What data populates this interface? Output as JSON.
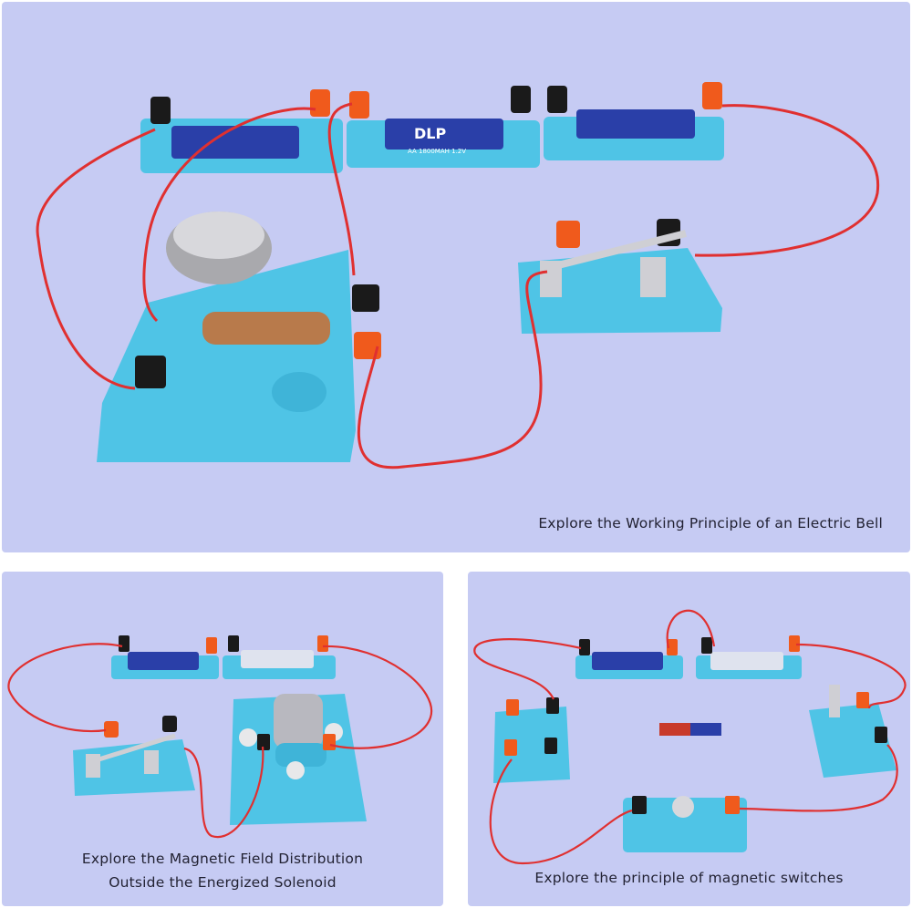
{
  "captions": {
    "top": "Explore the Working Principle of an Electric Bell",
    "bottom_left_line1": "Explore the Magnetic Field Distribution",
    "bottom_left_line2": "Outside the Energized Solenoid",
    "bottom_right": "Explore the principle of magnetic switches"
  },
  "battery_labels": {
    "brand": "DLP",
    "spec": "AA 1800MAH 1.2V"
  },
  "colors": {
    "background": "#c6cbf3",
    "plastic": "#4fc4e6",
    "wire": "#e03030",
    "battery": "#2a3fa8",
    "terminal_red": "#f05a1c",
    "terminal_black": "#1a1a1a"
  }
}
